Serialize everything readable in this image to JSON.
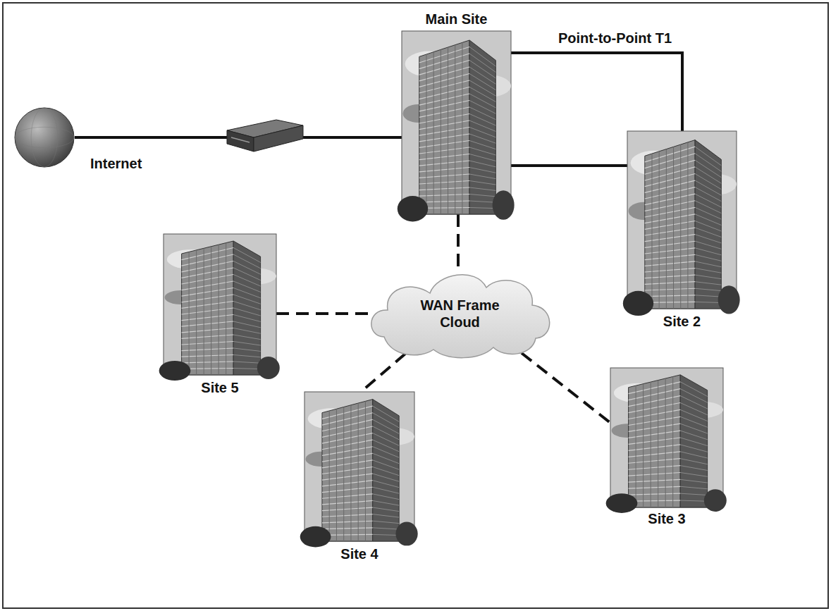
{
  "diagram": {
    "nodes": [
      {
        "text": [
          "Main Site"
        ]
      },
      {
        "text": [
          "Internet"
        ]
      },
      {
        "text": [
          "Site 2"
        ]
      },
      {
        "text": [
          "Site 5"
        ]
      },
      {
        "text": [
          "WAN Frame Cloud"
        ]
      },
      {
        "text": [
          "Site 3"
        ]
      },
      {
        "text": [
          "Site 4"
        ]
      }
    ],
    "edges": [
      {
        "from": 1,
        "to": 0,
        "arrow": "none"
      },
      {
        "from": 0,
        "to": 2,
        "label": "Point-to-Point T1",
        "arrow": "none"
      },
      {
        "from": 0,
        "to": 2,
        "arrow": "none"
      },
      {
        "from": 0,
        "to": 4,
        "arrow": "none"
      },
      {
        "from": 3,
        "to": 4,
        "arrow": "none"
      },
      {
        "from": 4,
        "to": 6,
        "arrow": "none"
      },
      {
        "from": 4,
        "to": 5,
        "arrow": "none"
      }
    ]
  }
}
